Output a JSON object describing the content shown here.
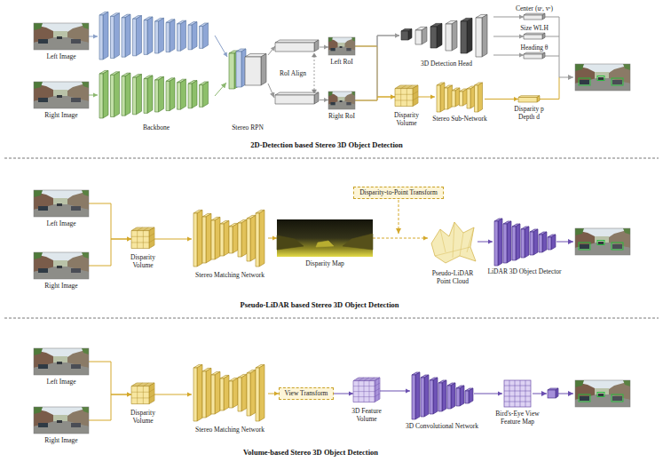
{
  "diagram": {
    "nodes": [
      {
        "text": [
          "Left Image"
        ]
      },
      {
        "text": [
          "Right Image"
        ]
      },
      {
        "text": [
          "Backbone"
        ]
      },
      {
        "text": [
          "Stereo RPN"
        ]
      },
      {
        "text": [
          "RoI Align"
        ]
      },
      {
        "text": [
          "Left RoI"
        ]
      },
      {
        "text": [
          "Right RoI"
        ]
      },
      {
        "text": [
          "3D Detection Head"
        ]
      },
      {
        "text": [
          "Center (uᶜ, vᶜ)"
        ]
      },
      {
        "text": [
          "Size WLH"
        ]
      },
      {
        "text": [
          "Heading θ"
        ]
      },
      {
        "text": [
          "Disparity Volume"
        ]
      },
      {
        "text": [
          "Stereo Sub-Network"
        ]
      },
      {
        "text": [
          "Disparity p Depth d"
        ]
      },
      {
        "text": [
          "Left Image"
        ]
      },
      {
        "text": [
          "Right Image"
        ]
      },
      {
        "text": [
          "Disparity Volume"
        ]
      },
      {
        "text": [
          "Stereo Matching Network"
        ]
      },
      {
        "text": [
          "Disparity Map"
        ]
      },
      {
        "text": [
          "Disparity-to-Point Transform"
        ]
      },
      {
        "text": [
          "Pseudo-LiDAR Point Cloud"
        ]
      },
      {
        "text": [
          "LiDAR 3D Object Detector"
        ]
      },
      {
        "text": [
          "Left Image"
        ]
      },
      {
        "text": [
          "Right Image"
        ]
      },
      {
        "text": [
          "Disparity Volume"
        ]
      },
      {
        "text": [
          "Stereo Matching Network"
        ]
      },
      {
        "text": [
          "View Transform"
        ]
      },
      {
        "text": [
          "3D Feature Volume"
        ]
      },
      {
        "text": [
          "3D Convolutional Network"
        ]
      },
      {
        "text": [
          "Bird's-Eye View Feature Map"
        ]
      }
    ],
    "edges": [
      {
        "from": 0,
        "to": 2,
        "arrow": "to"
      },
      {
        "from": 1,
        "to": 2,
        "arrow": "to"
      },
      {
        "from": 2,
        "to": 3,
        "arrow": "to"
      },
      {
        "from": 3,
        "to": 4,
        "arrow": "to"
      },
      {
        "from": 4,
        "to": 5,
        "arrow": "to"
      },
      {
        "from": 4,
        "to": 6,
        "arrow": "to"
      },
      {
        "from": 5,
        "to": 7,
        "arrow": "to"
      },
      {
        "from": 5,
        "to": 11,
        "arrow": "to"
      },
      {
        "from": 6,
        "to": 7,
        "arrow": "to"
      },
      {
        "from": 6,
        "to": 11,
        "arrow": "to"
      },
      {
        "from": 7,
        "to": 8,
        "arrow": "to"
      },
      {
        "from": 7,
        "to": 9,
        "arrow": "to"
      },
      {
        "from": 7,
        "to": 10,
        "arrow": "to"
      },
      {
        "from": 11,
        "to": 12,
        "arrow": "to"
      },
      {
        "from": 12,
        "to": 13,
        "arrow": "to"
      },
      {
        "from": 14,
        "to": 16,
        "arrow": "to"
      },
      {
        "from": 15,
        "to": 16,
        "arrow": "to"
      },
      {
        "from": 16,
        "to": 17,
        "arrow": "to"
      },
      {
        "from": 17,
        "to": 18,
        "arrow": "to"
      },
      {
        "from": 18,
        "to": 20,
        "arrow": "to"
      },
      {
        "from": 20,
        "to": 21,
        "arrow": "to"
      },
      {
        "from": 22,
        "to": 24,
        "arrow": "to"
      },
      {
        "from": 23,
        "to": 24,
        "arrow": "to"
      },
      {
        "from": 24,
        "to": 25,
        "arrow": "to"
      },
      {
        "from": 25,
        "to": 26,
        "arrow": "to"
      },
      {
        "from": 26,
        "to": 27,
        "arrow": "to"
      },
      {
        "from": 27,
        "to": 28,
        "arrow": "to"
      },
      {
        "from": 28,
        "to": 29,
        "arrow": "to"
      }
    ],
    "labels": [
      "2D-Detection based Stereo 3D Object Detection",
      "Pseudo-LiDAR based Stereo 3D Object Detection",
      "Volume-based Stereo 3D Object Detection"
    ]
  }
}
